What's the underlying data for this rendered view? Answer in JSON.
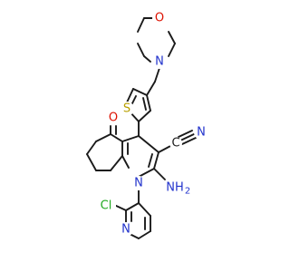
{
  "atom_labels": {
    "morpholine_oxygen": "O",
    "morpholine_nitrogen": "N",
    "thiophene_sulfur": "S",
    "ketone_oxygen": "O",
    "nitrile_nitrogen": "N",
    "nitrile_carbon": "C",
    "amino_group": "NH",
    "amino_subscript": "2",
    "quinoline_nitrogen": "N",
    "chlorine": "Cl",
    "pyridine_nitrogen": "N"
  },
  "colors": {
    "bond": "#1a1a1a",
    "carbon_text": "#1a1a1a",
    "nitrogen": "#2233cc",
    "oxygen": "#dd1100",
    "sulfur": "#b8a000",
    "chlorine": "#22aa22"
  }
}
